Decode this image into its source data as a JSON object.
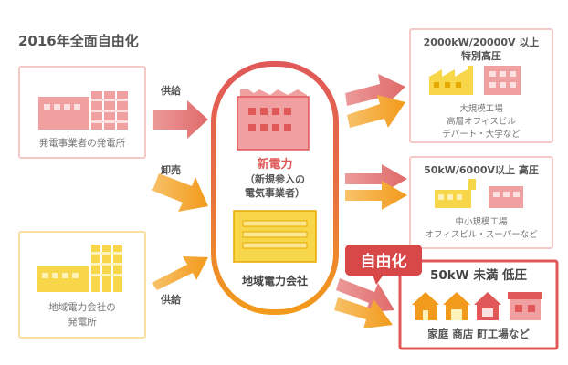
{
  "title": "2016年全面自由化",
  "sources": {
    "power_company_plant": "発電事業者の発電所",
    "regional_plant_line1": "地域電力会社の",
    "regional_plant_line2": "発電所"
  },
  "flows": {
    "supply_top": "供給",
    "wholesale": "卸売",
    "supply_bottom": "供給"
  },
  "center": {
    "new_power": "新電力",
    "new_power_sub1": "（新規参入の",
    "new_power_sub2": "電気事業者）",
    "regional": "地域電力会社"
  },
  "badge": "自由化",
  "tiers": [
    {
      "heading_line1": "2000kW/20000V 以上",
      "heading_line2": "特別高圧",
      "desc_line1": "大規模工場",
      "desc_line2": "高層オフィスビル",
      "desc_line3": "デパート・大学など"
    },
    {
      "heading_line1": "50kW/6000V以上 高圧",
      "desc_line1": "中小規模工場",
      "desc_line2": "オフィスビル・スーパーなど"
    },
    {
      "heading_line1": "50kW 未満 低圧",
      "desc_line1": "家庭 商店 町工場など"
    }
  ],
  "colors": {
    "red": "#e05858",
    "orange": "#f29a1b",
    "pink_fill": "#f0a0a0",
    "yellow_fill": "#f8d64a",
    "box_pink": "#f6c9c9",
    "box_yellow": "#f9dfa0"
  }
}
